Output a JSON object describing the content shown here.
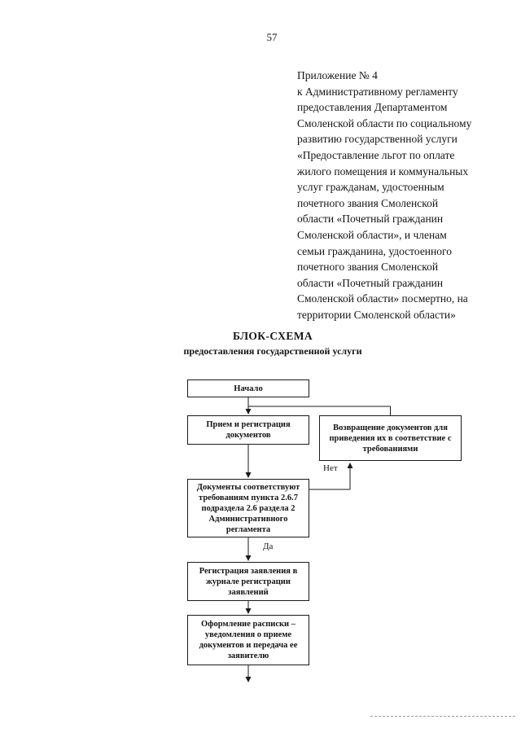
{
  "page": {
    "number": "57",
    "appendix": "Приложение № 4\nк Административному регламенту\nпредоставления Департаментом\nСмоленской области по социальному\nразвитию государственной услуги\n«Предоставление льгот по оплате\nжилого помещения и коммунальных\nуслуг гражданам, удостоенным\nпочетного звания Смоленской\nобласти «Почетный гражданин\nСмоленской области», и членам\nсемьи гражданина, удостоенного\nпочетного звания Смоленской\nобласти «Почетный гражданин\nСмоленской области» посмертно, на\nтерритории Смоленской области»"
  },
  "flowchart": {
    "title": "БЛОК-СХЕМА",
    "subtitle": "предоставления государственной услуги",
    "boxes": {
      "start": "Начало",
      "receive": "Прием и регистрация\nдокументов",
      "return_docs": "Возвращение документов для\nприведения их в соответствие с\nтребованиями",
      "check": "Документы соответствуют\nтребованиям пункта 2.6.7\nподраздела 2.6 раздела 2\nАдминистративного\nрегламента",
      "register": "Регистрация заявления в\nжурнале регистрации\nзаявлений",
      "receipt": "Оформление расписки –\nуведомления о приеме\nдокументов и передача ее\nзаявителю"
    },
    "labels": {
      "no": "Нет",
      "yes": "Да"
    }
  }
}
